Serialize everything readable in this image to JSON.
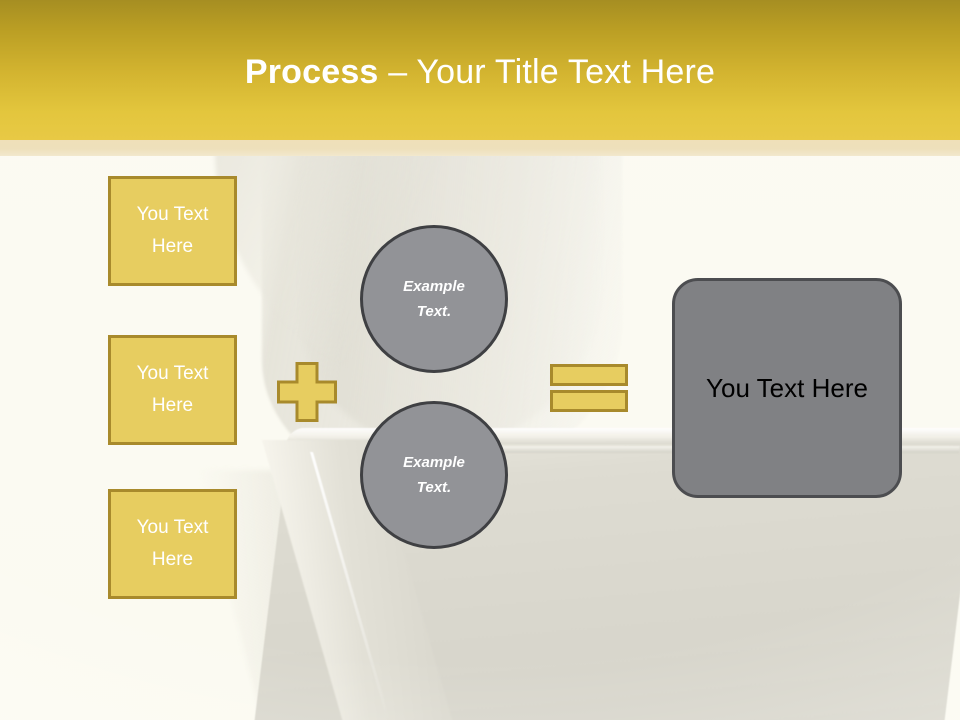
{
  "slide": {
    "header": {
      "title_bold": "Process",
      "title_rest": " – Your Title Text Here",
      "gradient_top": "#a68e22",
      "gradient_bottom": "#e8c945",
      "band_color": "#eee0bb",
      "title_color": "#ffffff"
    },
    "colors": {
      "accent_yellow_fill": "#e7cd60",
      "accent_yellow_border": "#a88a2c",
      "circle_fill": "#929397",
      "circle_border": "#3f4043",
      "result_fill": "#808184",
      "result_border": "#4c4d50",
      "background": "#fdfdf7"
    },
    "left_boxes": [
      {
        "line1": "You Text",
        "line2": "Here"
      },
      {
        "line1": "You Text",
        "line2": "Here"
      },
      {
        "line1": "You Text",
        "line2": "Here"
      }
    ],
    "operators": {
      "plus": "+",
      "equals": "="
    },
    "circles": [
      {
        "line1": "Example",
        "line2": "Text."
      },
      {
        "line1": "Example",
        "line2": "Text."
      }
    ],
    "result_box": {
      "label": "You Text Here"
    }
  }
}
